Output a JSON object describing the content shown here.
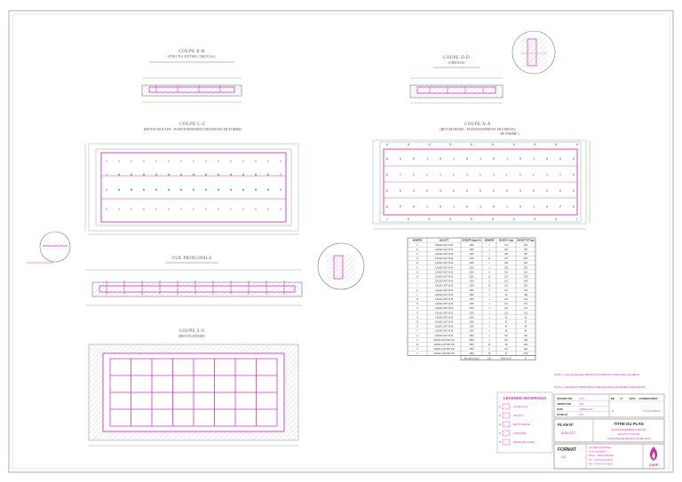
{
  "colors": {
    "frame": "#8a8a8a",
    "magenta": "#d633c9",
    "green": "#5fb870",
    "line": "#555555",
    "hatch": "#b8b8b8",
    "legend_title": "#d633c9",
    "logo": "#c8349c"
  },
  "sections": {
    "bb_title": "COUPE B-B",
    "bb_sub": "(PIECES ENTRE CHENAS)",
    "dd_title": "COUPE D-D",
    "dd_sub": "(CHENAS)",
    "cc_title": "COUPE C-C",
    "cc_sub": "(BETON ISOLANT - POSITIONNEMENT DES PIECES DE FORME)",
    "aa_title": "COUPE A-A",
    "aa_sub": "(BETON DENSE - POSITIONNEMENT DES PIECES",
    "aa_sub2": "DE FORME )",
    "main_title": "VUE PRINCIPALE",
    "ss_title": "COUPE S-S",
    "ss_sub": "(BETON DENSE)"
  },
  "cc_grid": [
    [
      "Y",
      "Y",
      "Y",
      "Y",
      "Y",
      "Y",
      "Y",
      "Y",
      "Y",
      "Y",
      "Y",
      "Y",
      "Y",
      "Y",
      "Y"
    ],
    [
      "Y",
      "W",
      "W",
      "W",
      "W",
      "W",
      "W",
      "W",
      "W",
      "W",
      "W",
      "W",
      "W",
      "W",
      "Y"
    ],
    [
      "X",
      "W",
      "W",
      "W",
      "W",
      "W",
      "W",
      "W",
      "W",
      "W",
      "W",
      "W",
      "W",
      "W",
      "X"
    ],
    [
      "Y",
      "Y",
      "Y",
      "Y",
      "Y",
      "Y",
      "Y",
      "Y",
      "Y",
      "Y",
      "Y",
      "Y",
      "Y",
      "Y",
      "Y"
    ]
  ],
  "aa_top": [
    "A",
    "B",
    "D",
    "B",
    "D",
    "B",
    "D",
    "B",
    "D",
    "A"
  ],
  "aa_grid": [
    [
      "A",
      "Q",
      "H",
      "J",
      "H",
      "J",
      "H",
      "J",
      "H",
      "J",
      "H",
      "J",
      "H",
      "Q",
      "U"
    ],
    [
      "A",
      "T",
      "I",
      "L",
      "I",
      "L",
      "I",
      "L",
      "I",
      "L",
      "I",
      "L",
      "I",
      "T",
      "U"
    ],
    [
      "A",
      "K",
      "G",
      "K",
      "G",
      "K",
      "G",
      "K",
      "G",
      "K",
      "G",
      "K",
      "G",
      "K",
      "U"
    ],
    [
      "A",
      "P",
      "H",
      "J",
      "H",
      "J",
      "H",
      "J",
      "H",
      "J",
      "H",
      "J",
      "H",
      "P",
      "U"
    ]
  ],
  "aa_bottom": [
    "C",
    "D",
    "D",
    "D",
    "D",
    "D",
    "D",
    "D",
    "D",
    "C"
  ],
  "table": {
    "headers": [
      "NUMERO",
      "QUALITE",
      "DENSITE (kg/m^3)",
      "NOMBRE",
      "MASSE U (kg)",
      "MASSE TOT (kg)"
    ],
    "rows": [
      [
        "A",
        "CALDE CAST M 26",
        "2250",
        "4",
        "174",
        "695"
      ],
      [
        "B",
        "CALDE CAST M 26",
        "2250",
        "1",
        "255",
        "255"
      ],
      [
        "C",
        "CALDE CAST M 26",
        "2250",
        "1",
        "255",
        "255"
      ],
      [
        "D",
        "CALDE CAST M 26",
        "2250",
        "12",
        "273",
        "3276"
      ],
      [
        "E",
        "CALDE CAST M 26",
        "2250",
        "1",
        "255",
        "255"
      ],
      [
        "F",
        "CALDE CAST M 26",
        "2250",
        "1",
        "255",
        "255"
      ],
      [
        "G",
        "CALDE CAST M 26",
        "2250",
        "6",
        "136",
        "816"
      ],
      [
        "H",
        "CALDE CAST M 26",
        "2250",
        "22",
        "124",
        "2728"
      ],
      [
        "I",
        "CALDE CAST M 26",
        "2250",
        "5",
        "181",
        "904"
      ],
      [
        "J",
        "CALDE CAST M 26",
        "2250",
        "12",
        "101",
        "1212"
      ],
      [
        "K",
        "CALDE CAST M 26",
        "2250",
        "6",
        "104",
        "624"
      ],
      [
        "L",
        "CALDE CAST M 26",
        "2250",
        "4",
        "92",
        "368"
      ],
      [
        "M",
        "CALDE CAST M 26",
        "2250",
        "1",
        "122",
        "122"
      ],
      [
        "N",
        "CALDE CAST M 26",
        "2250",
        "1",
        "113",
        "113"
      ],
      [
        "O",
        "CALDE CAST M 26",
        "2250",
        "1",
        "124",
        "124"
      ],
      [
        "P",
        "CALDE CAST M 26",
        "2250",
        "1",
        "123",
        "123"
      ],
      [
        "Q",
        "CALDE CAST M 26",
        "2250",
        "1",
        "92",
        "92"
      ],
      [
        "R",
        "CALDE CAST M 26",
        "2250",
        "1",
        "97",
        "97"
      ],
      [
        "S",
        "CALDE CAST M 26",
        "2250",
        "1",
        "94",
        "94"
      ],
      [
        "T",
        "CALDE CAST M 26",
        "2250",
        "1",
        "86",
        "86"
      ],
      [
        "U",
        "CALDE CAST M 26",
        "2250",
        "2",
        "197",
        "394"
      ],
      [
        "V",
        "CALDE CAST MW 130",
        "1850",
        "4",
        "102",
        "408"
      ],
      [
        "W",
        "CALDE CAST MW 130",
        "1850",
        "24",
        "88",
        "2112"
      ],
      [
        "X",
        "CALDE CAST MW 130",
        "1850",
        "4",
        "107",
        "428"
      ],
      [
        "Y",
        "CALDE CAST MW 130",
        "1850",
        "28",
        "97",
        "2716"
      ]
    ],
    "footer_label": "Nbr total de pces",
    "footer_count": "126",
    "footer_weight_label": "Poids tot (T)",
    "footer_weight": "27"
  },
  "notes": {
    "note1": "NOTA 1 : LES ANCRAGES SERONT FOURNIS ET POSES PAR CALDERYS",
    "note2": "NOTA 2 : ELEMENTS FIBRES BRAI APPLIQUE SUR L'ENSEMBLE DES PIECES"
  },
  "legend": {
    "title": "LEGENDE MATERIAUX",
    "items": [
      {
        "num": "1",
        "label": "CALDE CAST"
      },
      {
        "num": "2",
        "label": "ISOLANT"
      },
      {
        "num": "3",
        "label": "BETON DENSE"
      },
      {
        "num": "4",
        "label": "ANCRAGES"
      },
      {
        "num": "5",
        "label": "PIECES DE FORME"
      }
    ]
  },
  "revision": {
    "rows": [
      {
        "k": "DESSINE PAR",
        "v": "XXX"
      },
      {
        "k": "VERIFIE PAR",
        "v": "XXX"
      },
      {
        "k": "DATE",
        "v": "JJ/MM/AAAA"
      },
      {
        "k": "ECHELLE",
        "v": "1/20"
      }
    ],
    "headers": [
      "IND",
      "N°",
      "DATE",
      "COMMENTAIRES"
    ],
    "first_ind": "A",
    "first_comment": "Première diffusion"
  },
  "title_block": {
    "plan_label": "PLAN N°",
    "plan_number": "AZB-022",
    "title_label": "TITRE DU PLAN",
    "title_lines": [
      "SOUS-ENSEMBLE CHENAS",
      "BLOCS TYPE A/B",
      "GARNISSAGE REFRACTAIRE 2022"
    ],
    "format_label": "FORMAT",
    "format_value": "A3",
    "company_lines": [
      "CALDERYS FRANCE",
      "Zone Industrielle",
      "BP 10 - 13000 FRANCE",
      "Tél : +33 4 00 00 00 00",
      "Fax : +33 4 00 00 00 01"
    ],
    "logo_text": "CARP"
  }
}
